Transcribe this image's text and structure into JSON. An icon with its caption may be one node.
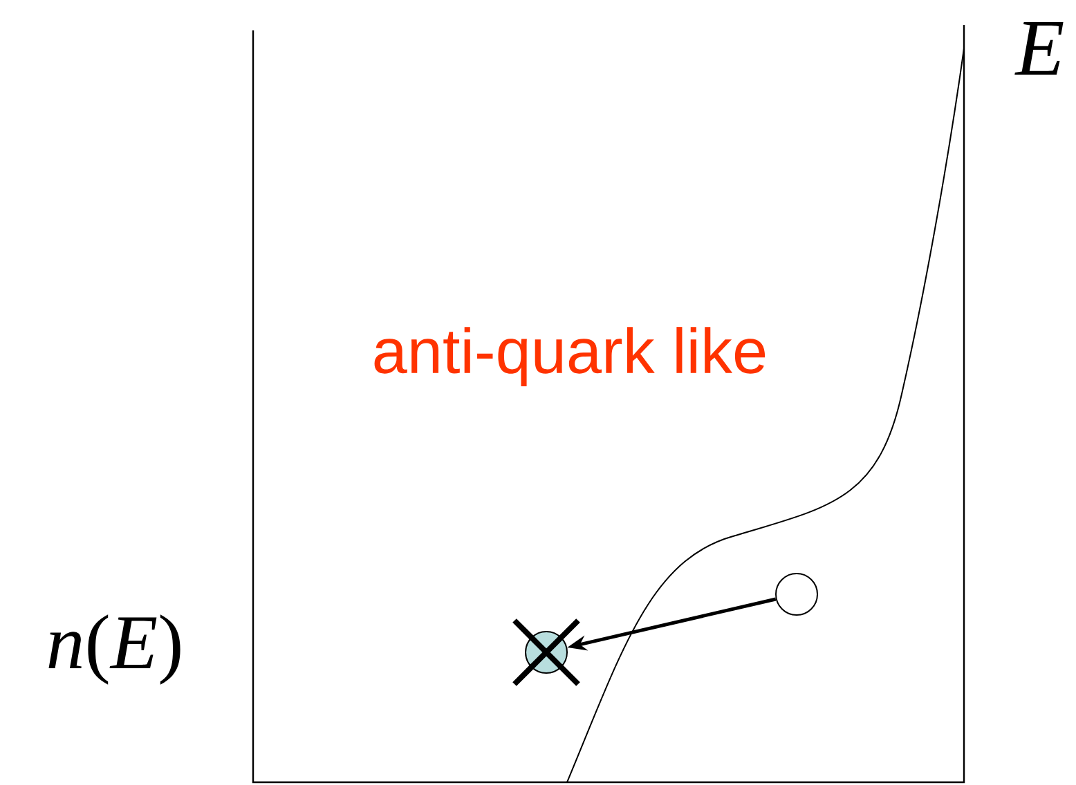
{
  "diagram": {
    "nodes": [
      {
        "text": [],
        "shape": "circle"
      },
      {
        "text": [],
        "shape": "circle"
      }
    ],
    "edges": [
      {
        "from": 0,
        "to": 1,
        "arrow": "to"
      }
    ],
    "labels": [
      "anti-quark like",
      "E",
      "*n*(*E*)"
    ]
  }
}
